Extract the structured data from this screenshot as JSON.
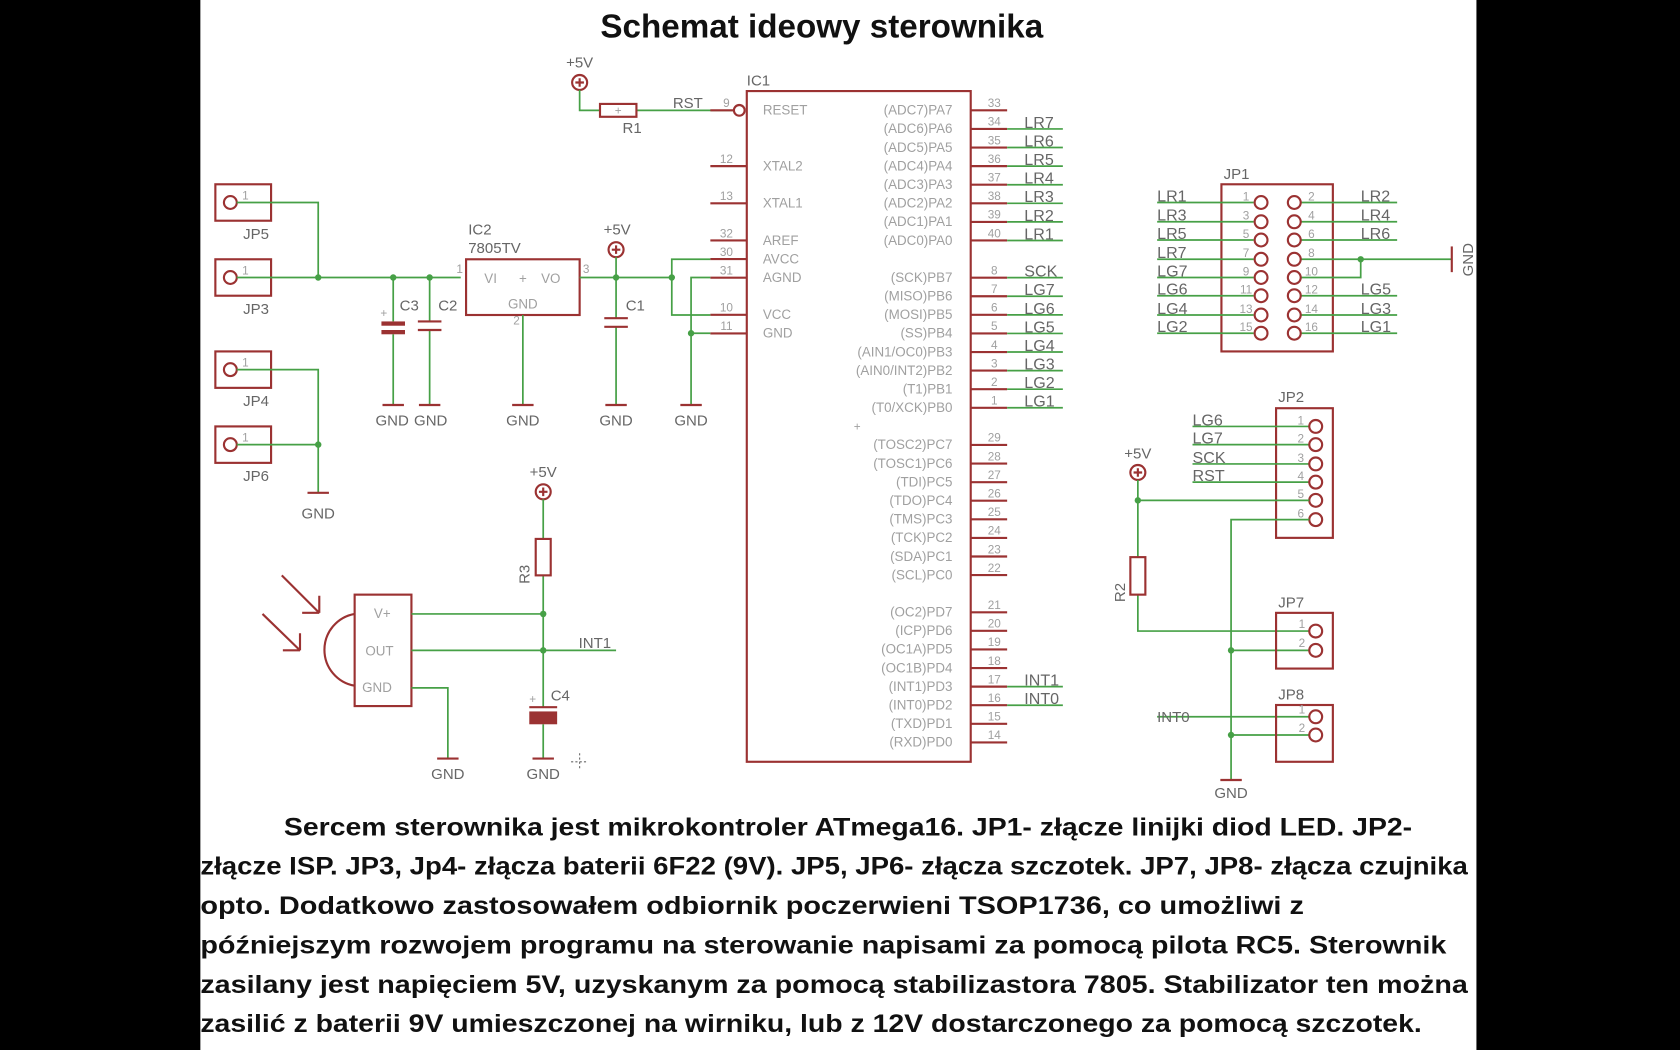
{
  "title": "Schemat ideowy sterownika",
  "labels": {
    "vcc5": "+5V",
    "gnd": "GND",
    "ic1": "IC1",
    "ic2": "IC2",
    "ic2_type": "7805TV",
    "ic2_vi": "VI",
    "ic2_vo": "VO",
    "ic2_gnd": "GND",
    "ic2_pin1": "1",
    "ic2_pin2": "2",
    "ic2_pin3": "3",
    "plus": "+",
    "r1": "R1",
    "r2": "R2",
    "r3": "R3",
    "c1": "C1",
    "c2": "C2",
    "c3": "C3",
    "c4": "C4",
    "rst": "RST",
    "jp1": "JP1",
    "jp2": "JP2",
    "jp3": "JP3",
    "jp4": "JP4",
    "jp5": "JP5",
    "jp6": "JP6",
    "jp7": "JP7",
    "jp8": "JP8",
    "pin1": "1",
    "pin2": "2",
    "tsop_vplus": "V+",
    "tsop_out": "OUT",
    "tsop_gnd": "GND",
    "int0": "INT0",
    "int1": "INT1"
  },
  "ic1": {
    "left_pins": [
      {
        "num": "9",
        "name": "RESET"
      },
      {
        "num": "12",
        "name": "XTAL2"
      },
      {
        "num": "13",
        "name": "XTAL1"
      },
      {
        "num": "32",
        "name": "AREF"
      },
      {
        "num": "30",
        "name": "AVCC"
      },
      {
        "num": "31",
        "name": "AGND"
      },
      {
        "num": "10",
        "name": "VCC"
      },
      {
        "num": "11",
        "name": "GND"
      }
    ],
    "right_pins": [
      {
        "num": "33",
        "name": "(ADC7)PA7",
        "net": ""
      },
      {
        "num": "34",
        "name": "(ADC6)PA6",
        "net": "LR7"
      },
      {
        "num": "35",
        "name": "(ADC5)PA5",
        "net": "LR6"
      },
      {
        "num": "36",
        "name": "(ADC4)PA4",
        "net": "LR5"
      },
      {
        "num": "37",
        "name": "(ADC3)PA3",
        "net": "LR4"
      },
      {
        "num": "38",
        "name": "(ADC2)PA2",
        "net": "LR3"
      },
      {
        "num": "39",
        "name": "(ADC1)PA1",
        "net": "LR2"
      },
      {
        "num": "40",
        "name": "(ADC0)PA0",
        "net": "LR1"
      },
      {
        "num": "8",
        "name": "(SCK)PB7",
        "net": "SCK"
      },
      {
        "num": "7",
        "name": "(MISO)PB6",
        "net": "LG7"
      },
      {
        "num": "6",
        "name": "(MOSI)PB5",
        "net": "LG6"
      },
      {
        "num": "5",
        "name": "(SS)PB4",
        "net": "LG5"
      },
      {
        "num": "4",
        "name": "(AIN1/OC0)PB3",
        "net": "LG4"
      },
      {
        "num": "3",
        "name": "(AIN0/INT2)PB2",
        "net": "LG3"
      },
      {
        "num": "2",
        "name": "(T1)PB1",
        "net": "LG2"
      },
      {
        "num": "1",
        "name": "(T0/XCK)PB0",
        "net": "LG1"
      },
      {
        "num": "29",
        "name": "(TOSC2)PC7",
        "net": ""
      },
      {
        "num": "28",
        "name": "(TOSC1)PC6",
        "net": ""
      },
      {
        "num": "27",
        "name": "(TDI)PC5",
        "net": ""
      },
      {
        "num": "26",
        "name": "(TDO)PC4",
        "net": ""
      },
      {
        "num": "25",
        "name": "(TMS)PC3",
        "net": ""
      },
      {
        "num": "24",
        "name": "(TCK)PC2",
        "net": ""
      },
      {
        "num": "23",
        "name": "(SDA)PC1",
        "net": ""
      },
      {
        "num": "22",
        "name": "(SCL)PC0",
        "net": ""
      },
      {
        "num": "21",
        "name": "(OC2)PD7",
        "net": ""
      },
      {
        "num": "20",
        "name": "(ICP)PD6",
        "net": ""
      },
      {
        "num": "19",
        "name": "(OC1A)PD5",
        "net": ""
      },
      {
        "num": "18",
        "name": "(OC1B)PD4",
        "net": ""
      },
      {
        "num": "17",
        "name": "(INT1)PD3",
        "net": "INT1"
      },
      {
        "num": "16",
        "name": "(INT0)PD2",
        "net": "INT0"
      },
      {
        "num": "15",
        "name": "(TXD)PD1",
        "net": ""
      },
      {
        "num": "14",
        "name": "(RXD)PD0",
        "net": ""
      }
    ]
  },
  "jp1": {
    "left": [
      {
        "num": "1",
        "net": "LR1"
      },
      {
        "num": "3",
        "net": "LR3"
      },
      {
        "num": "5",
        "net": "LR5"
      },
      {
        "num": "7",
        "net": "LR7"
      },
      {
        "num": "9",
        "net": "LG7"
      },
      {
        "num": "11",
        "net": "LG6"
      },
      {
        "num": "13",
        "net": "LG4"
      },
      {
        "num": "15",
        "net": "LG2"
      }
    ],
    "right": [
      {
        "num": "2",
        "net": "LR2"
      },
      {
        "num": "4",
        "net": "LR4"
      },
      {
        "num": "6",
        "net": "LR6"
      },
      {
        "num": "8",
        "net": ""
      },
      {
        "num": "10",
        "net": ""
      },
      {
        "num": "12",
        "net": "LG5"
      },
      {
        "num": "14",
        "net": "LG3"
      },
      {
        "num": "16",
        "net": "LG1"
      }
    ]
  },
  "jp2": {
    "pins": [
      {
        "num": "1",
        "net": "LG6"
      },
      {
        "num": "2",
        "net": "LG7"
      },
      {
        "num": "3",
        "net": "SCK"
      },
      {
        "num": "4",
        "net": "RST"
      },
      {
        "num": "5",
        "net": ""
      },
      {
        "num": "6",
        "net": ""
      }
    ]
  },
  "description": [
    "Sercem sterownika jest mikrokontroler ATmega16. JP1- złącze linijki diod LED. JP2-",
    "złącze ISP. JP3, Jp4- złącza baterii 6F22 (9V). JP5, JP6- złącza szczotek. JP7, JP8- złącza czujnika",
    "opto. Dodatkowo zastosowałem odbiornik poczerwieni TSOP1736, co umożliwi z",
    "późniejszym rozwojem programu na sterowanie napisami za pomocą pilota RC5. Sterownik",
    "zasilany jest napięciem 5V, uzyskanym za pomocą stabilizastora 7805. Stabilizator ten można",
    "zasilić z baterii 9V umieszczonej na wirniku, lub z 12V dostarczonego za pomocą szczotek."
  ],
  "colors": {
    "wire": "#46a046",
    "part": "#9b3232",
    "background": "#ffffff",
    "frame": "#000000"
  }
}
